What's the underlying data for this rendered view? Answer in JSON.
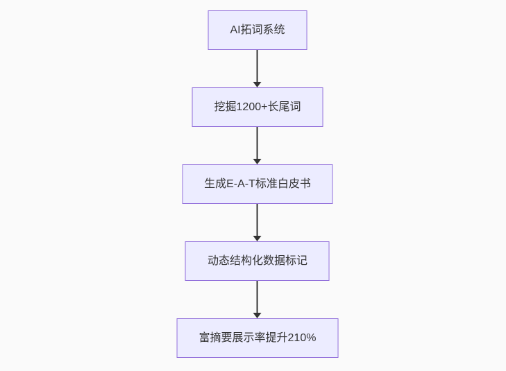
{
  "page": {
    "background_color": "#fafafa"
  },
  "diagram": {
    "type": "flowchart-top-down",
    "node_fill_color": "#ececff",
    "node_border_color": "#9370db",
    "edge_color": "#333333",
    "text_color": "#333333",
    "nodes": [
      {
        "id": "n1",
        "label": "AI拓词系统"
      },
      {
        "id": "n2",
        "label": "挖掘1200+长尾词"
      },
      {
        "id": "n3",
        "label": "生成E-A-T标准白皮书"
      },
      {
        "id": "n4",
        "label": "动态结构化数据标记"
      },
      {
        "id": "n5",
        "label": "富摘要展示率提升210%"
      }
    ],
    "edges": [
      {
        "from": "n1",
        "to": "n2"
      },
      {
        "from": "n2",
        "to": "n3"
      },
      {
        "from": "n3",
        "to": "n4"
      },
      {
        "from": "n4",
        "to": "n5"
      }
    ]
  }
}
